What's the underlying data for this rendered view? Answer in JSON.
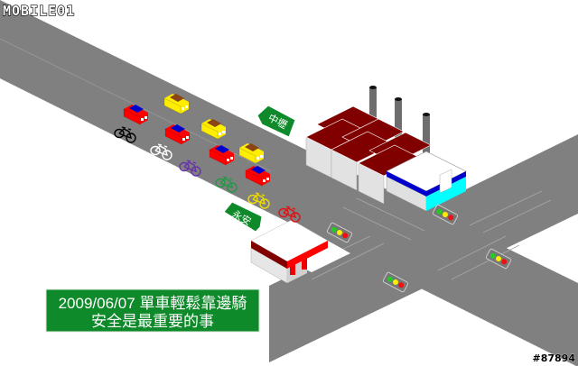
{
  "logo": "MOBILE01",
  "signs": {
    "north": "中壢",
    "south": "永安"
  },
  "caption": {
    "line1": "2009/06/07 單車輕鬆靠邊騎",
    "line2": "安全是最重要的事"
  },
  "watermark": "#87894",
  "colors": {
    "road": "#808080",
    "sign_green": "#0f8a2a",
    "roof_red": "#800000",
    "car_red": "#ff0000",
    "car_yellow": "#ffee00",
    "accent_blue": "#0000cc",
    "accent_cyan": "#00ffff"
  }
}
